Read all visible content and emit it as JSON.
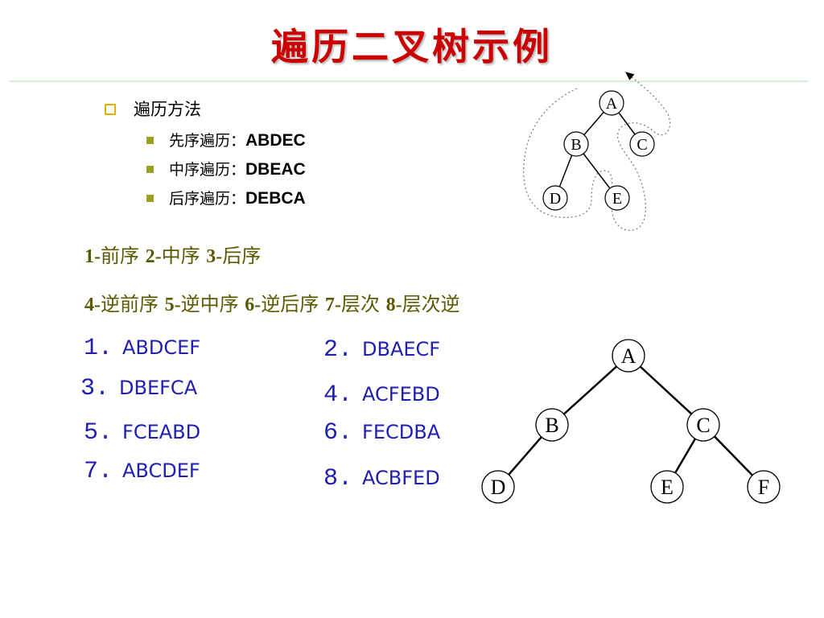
{
  "slide": {
    "title": "遍历二叉树示例",
    "list_title": "遍历方法",
    "items": [
      {
        "label": "先序遍历：",
        "value": "ABDEC"
      },
      {
        "label": "中序遍历：",
        "value": "DBEAC"
      },
      {
        "label": "后序遍历：",
        "value": "DEBCA"
      }
    ],
    "legend_line1": [
      {
        "num": "1-",
        "text": "前序 "
      },
      {
        "num": "2-",
        "text": "中序 "
      },
      {
        "num": "3-",
        "text": "后序"
      }
    ],
    "legend_line2": [
      {
        "num": "4-",
        "text": "逆前序 "
      },
      {
        "num": "5-",
        "text": "逆中序 "
      },
      {
        "num": "6-",
        "text": "逆后序 "
      },
      {
        "num": "7-",
        "text": "层次 "
      },
      {
        "num": "8-",
        "text": "层次逆"
      }
    ],
    "answers": [
      {
        "num": "1.",
        "seq": "ABDCEF"
      },
      {
        "num": "2.",
        "seq": "DBAECF"
      },
      {
        "num": "3.",
        "seq": "DBEFCA"
      },
      {
        "num": "4.",
        "seq": "ACFEBD"
      },
      {
        "num": "5.",
        "seq": "FCEABD"
      },
      {
        "num": "6.",
        "seq": "FECDBA"
      },
      {
        "num": "7.",
        "seq": "ABCDEF"
      },
      {
        "num": "8.",
        "seq": "ACBFED"
      }
    ]
  },
  "small_tree": {
    "nodes": [
      "A",
      "B",
      "C",
      "D",
      "E"
    ]
  },
  "large_tree": {
    "nodes": [
      "A",
      "B",
      "C",
      "D",
      "E",
      "F"
    ]
  },
  "colors": {
    "title": "#cc0000",
    "legend": "#5a5a00",
    "answers": "#2020b0",
    "bullet_main": "#e0b000",
    "bullet_sub": "#9aa020"
  }
}
